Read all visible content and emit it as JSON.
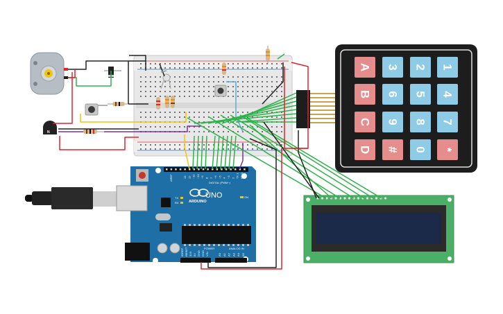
{
  "arduino": {
    "brand": "ARDUINO",
    "model": "UNO",
    "digital_header": "DIGITAL (PWM~)",
    "power_header": "POWER",
    "analog_header": "ANALOG IN",
    "on_label": "ON",
    "tx_label": "TX",
    "rx_label": "RX",
    "aref_label": "AREF",
    "gnd_label": "GND",
    "pin_labels": [
      "13",
      "12",
      "~11",
      "~10",
      "~9",
      "8",
      "7",
      "~6",
      "~5",
      "4",
      "~3",
      "2",
      "TX 1",
      "RX 0"
    ],
    "analog_pins": [
      "A0",
      "A1",
      "A2",
      "A3",
      "A4",
      "A5"
    ],
    "power_pins": [
      "IOREF",
      "RESET",
      "3V3",
      "5V",
      "GND",
      "GND",
      "VIN"
    ]
  },
  "transistor": {
    "label": "N"
  },
  "keypad": {
    "keys": [
      [
        "1",
        "4",
        "7",
        "*"
      ],
      [
        "2",
        "5",
        "8",
        "0"
      ],
      [
        "3",
        "6",
        "9",
        "#"
      ],
      [
        "A",
        "B",
        "C",
        "D"
      ]
    ],
    "key_colors": {
      "digit": "#8ecbe6",
      "symbol": "#e58c8c"
    },
    "body_color": "#1d1d1d"
  },
  "lcd": {
    "body_color": "#4caf67",
    "screen_color": "#1c2a4a"
  },
  "colors": {
    "wire_green": "#2db24a",
    "wire_red": "#e0242a",
    "wire_black": "#222222",
    "wire_yellow": "#f1c40f",
    "wire_purple": "#7b2fa0",
    "wire_blue": "#5aaad6",
    "arduino_blue": "#1d6fa5",
    "breadboard": "#e6e6e6"
  }
}
